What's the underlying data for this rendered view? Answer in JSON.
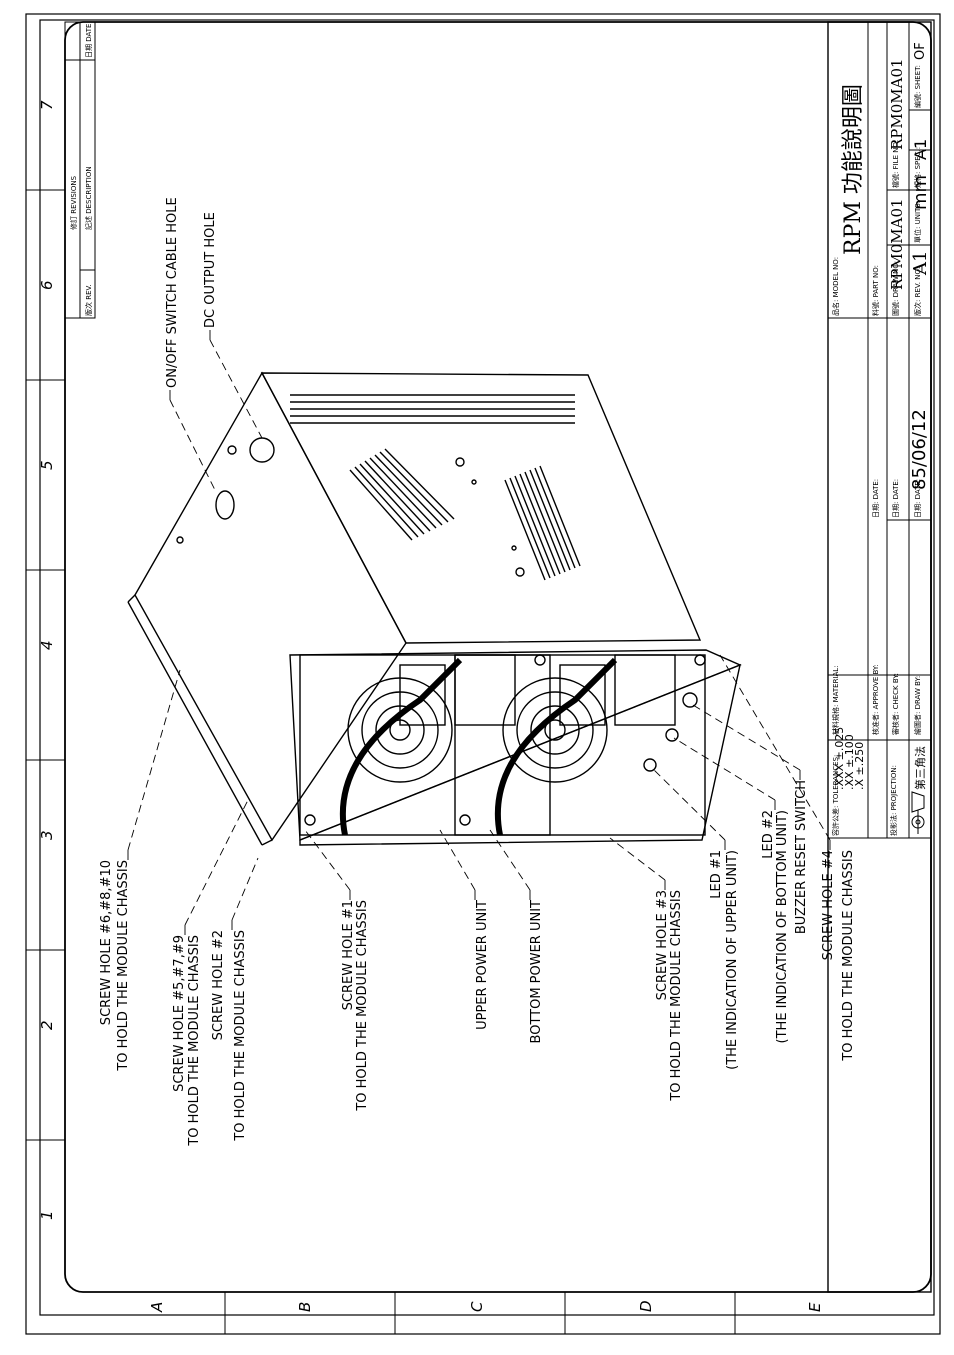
{
  "drawing": {
    "zones_top": [
      "1",
      "2",
      "3",
      "4",
      "5",
      "6",
      "7"
    ],
    "zones_side": [
      "A",
      "B",
      "C",
      "D",
      "E"
    ],
    "revisions": {
      "header": "修訂 REVISIONS",
      "rev_col": "版次 REV.",
      "desc_col": "記述 DESCRIPTION",
      "date_col": "日期 DATE"
    },
    "callouts": {
      "screw_6_8_10_a": "SCREW HOLE #6,#8,#10",
      "screw_6_8_10_b": "TO HOLD THE MODULE CHASSIS",
      "screw_5_7_9_a": "SCREW HOLE #5,#7,#9",
      "screw_5_7_9_b": "TO HOLD THE MODULE CHASSIS",
      "screw_2_a": "SCREW HOLE #2",
      "screw_2_b": "TO HOLD THE MODULE CHASSIS",
      "screw_1_a": "SCREW HOLE #1",
      "screw_1_b": "TO HOLD THE MODULE CHASSIS",
      "upper_unit": "UPPER POWER UNIT",
      "bottom_unit": "BOTTOM POWER UNIT",
      "screw_3_a": "SCREW HOLE #3",
      "screw_3_b": "TO HOLD THE MODULE CHASSIS",
      "led1_a": "LED #1",
      "led1_b": "(THE INDICATION OF UPPER UNIT)",
      "led2_a": "LED #2",
      "led2_b": "(THE INDICATION OF BOTTOM UNIT)",
      "buzzer": "BUZZER RESET SWITCH",
      "screw_4_a": "SCREW HOLE #4",
      "screw_4_b": "TO HOLD THE MODULE CHASSIS",
      "onoff_hole": "ON/OFF SWITCH CABLE HOLE",
      "dc_hole": "DC OUTPUT HOLE"
    },
    "title_block": {
      "tolerances_label": "容許公差: TOLERANCES:",
      "tol_xxx": ".XXX ±.025",
      "tol_xx": ".XX ±.100",
      "tol_x": ".X ±.250",
      "projection_label": "投影法: PROJECTION:",
      "projection_value": "第三角法",
      "material_label": "材料規格: MATERIAL:",
      "approve_label": "核准者: APPROVE BY:",
      "check_label": "審核者: CHECK BY:",
      "draw_by_label": "繪圖者: DRAW BY:",
      "date_label_1": "日期: DATE:",
      "date_label_2": "日期: DATE:",
      "date_label_3": "日期: DATE:",
      "date_value": "85/06/12",
      "model_label": "品名: MODEL NO:",
      "model_value": "RPM 功能說明圖",
      "part_label": "料號: PART NO:",
      "draw_no_label": "圖號: DRAW NO:",
      "draw_no_value": "RPM0MA01",
      "file_no_label": "檔號: FILE NO:",
      "file_no_value": "RPM0MA01",
      "rev_label": "版次: REV. NO:",
      "rev_value": "A1",
      "units_label": "單位: UNITS:",
      "units_value": "mm",
      "spec_label": "規格: SPEC.:",
      "spec_value": "A1",
      "sheet_label": "編號: SHEET:",
      "sheet_value": "OF"
    }
  }
}
